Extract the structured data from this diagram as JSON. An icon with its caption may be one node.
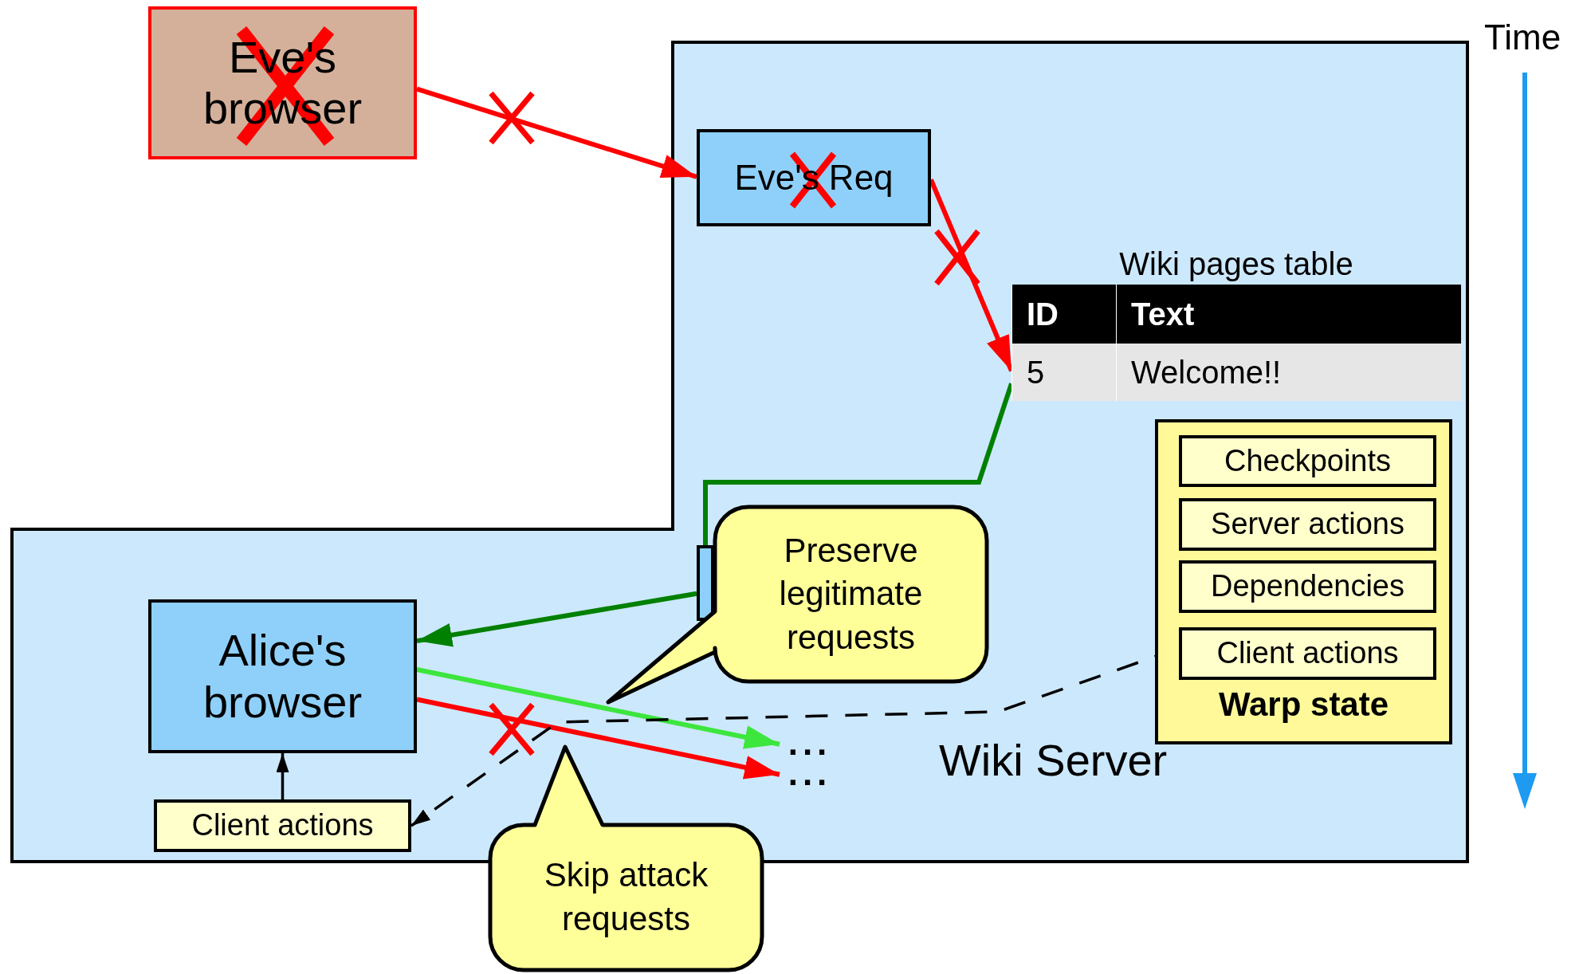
{
  "diagram": {
    "nodes": [
      {
        "text": [
          "Wiki Server"
        ]
      },
      {
        "text": [
          "Eve's browser"
        ]
      },
      {
        "text": [
          "Eve's Req"
        ],
        "in": 0
      },
      {
        "text": [
          "Wiki pages table",
          "ID",
          "Text",
          "5",
          "Welcome!!"
        ],
        "in": 0
      },
      {
        "text": [
          "Warp state"
        ],
        "in": 0
      },
      {
        "text": [
          "Checkpoints"
        ],
        "in": 4
      },
      {
        "text": [
          "Server actions"
        ],
        "in": 4
      },
      {
        "text": [
          "Dependencies"
        ],
        "in": 4
      },
      {
        "text": [
          "Client actions"
        ],
        "in": 4
      },
      {
        "text": [],
        "shape": "box",
        "in": 0
      },
      {
        "text": [
          "Preserve legitimate requests"
        ],
        "in": 0
      },
      {
        "text": [
          "Alice's browser"
        ],
        "in": 0
      },
      {
        "text": [
          "..."
        ],
        "in": 0
      },
      {
        "text": [
          "..."
        ],
        "in": 0
      },
      {
        "text": [
          "Skip attack requests"
        ]
      },
      {
        "text": [
          "Client actions"
        ],
        "in": 0
      }
    ],
    "edges": [
      {
        "from": 1,
        "to": 2,
        "arrow": "to",
        "color": "#ff0000"
      },
      {
        "from": 2,
        "to": 3,
        "arrow": "to",
        "color": "#ff0000"
      },
      {
        "from": 3,
        "to": 9,
        "arrow": "none",
        "color": "#008000"
      },
      {
        "from": 9,
        "to": 11,
        "arrow": "to",
        "color": "#008000"
      },
      {
        "from": 11,
        "to": 12,
        "arrow": "to",
        "color": "#3de63d"
      },
      {
        "from": 11,
        "to": 13,
        "arrow": "to",
        "color": "#ff0000"
      },
      {
        "from": 8,
        "to": 15,
        "arrow": "to",
        "style": "dashed",
        "color": "#000000"
      },
      {
        "from": 15,
        "to": 11,
        "arrow": "to",
        "color": "#000000"
      }
    ],
    "labels": [
      "Time"
    ]
  }
}
